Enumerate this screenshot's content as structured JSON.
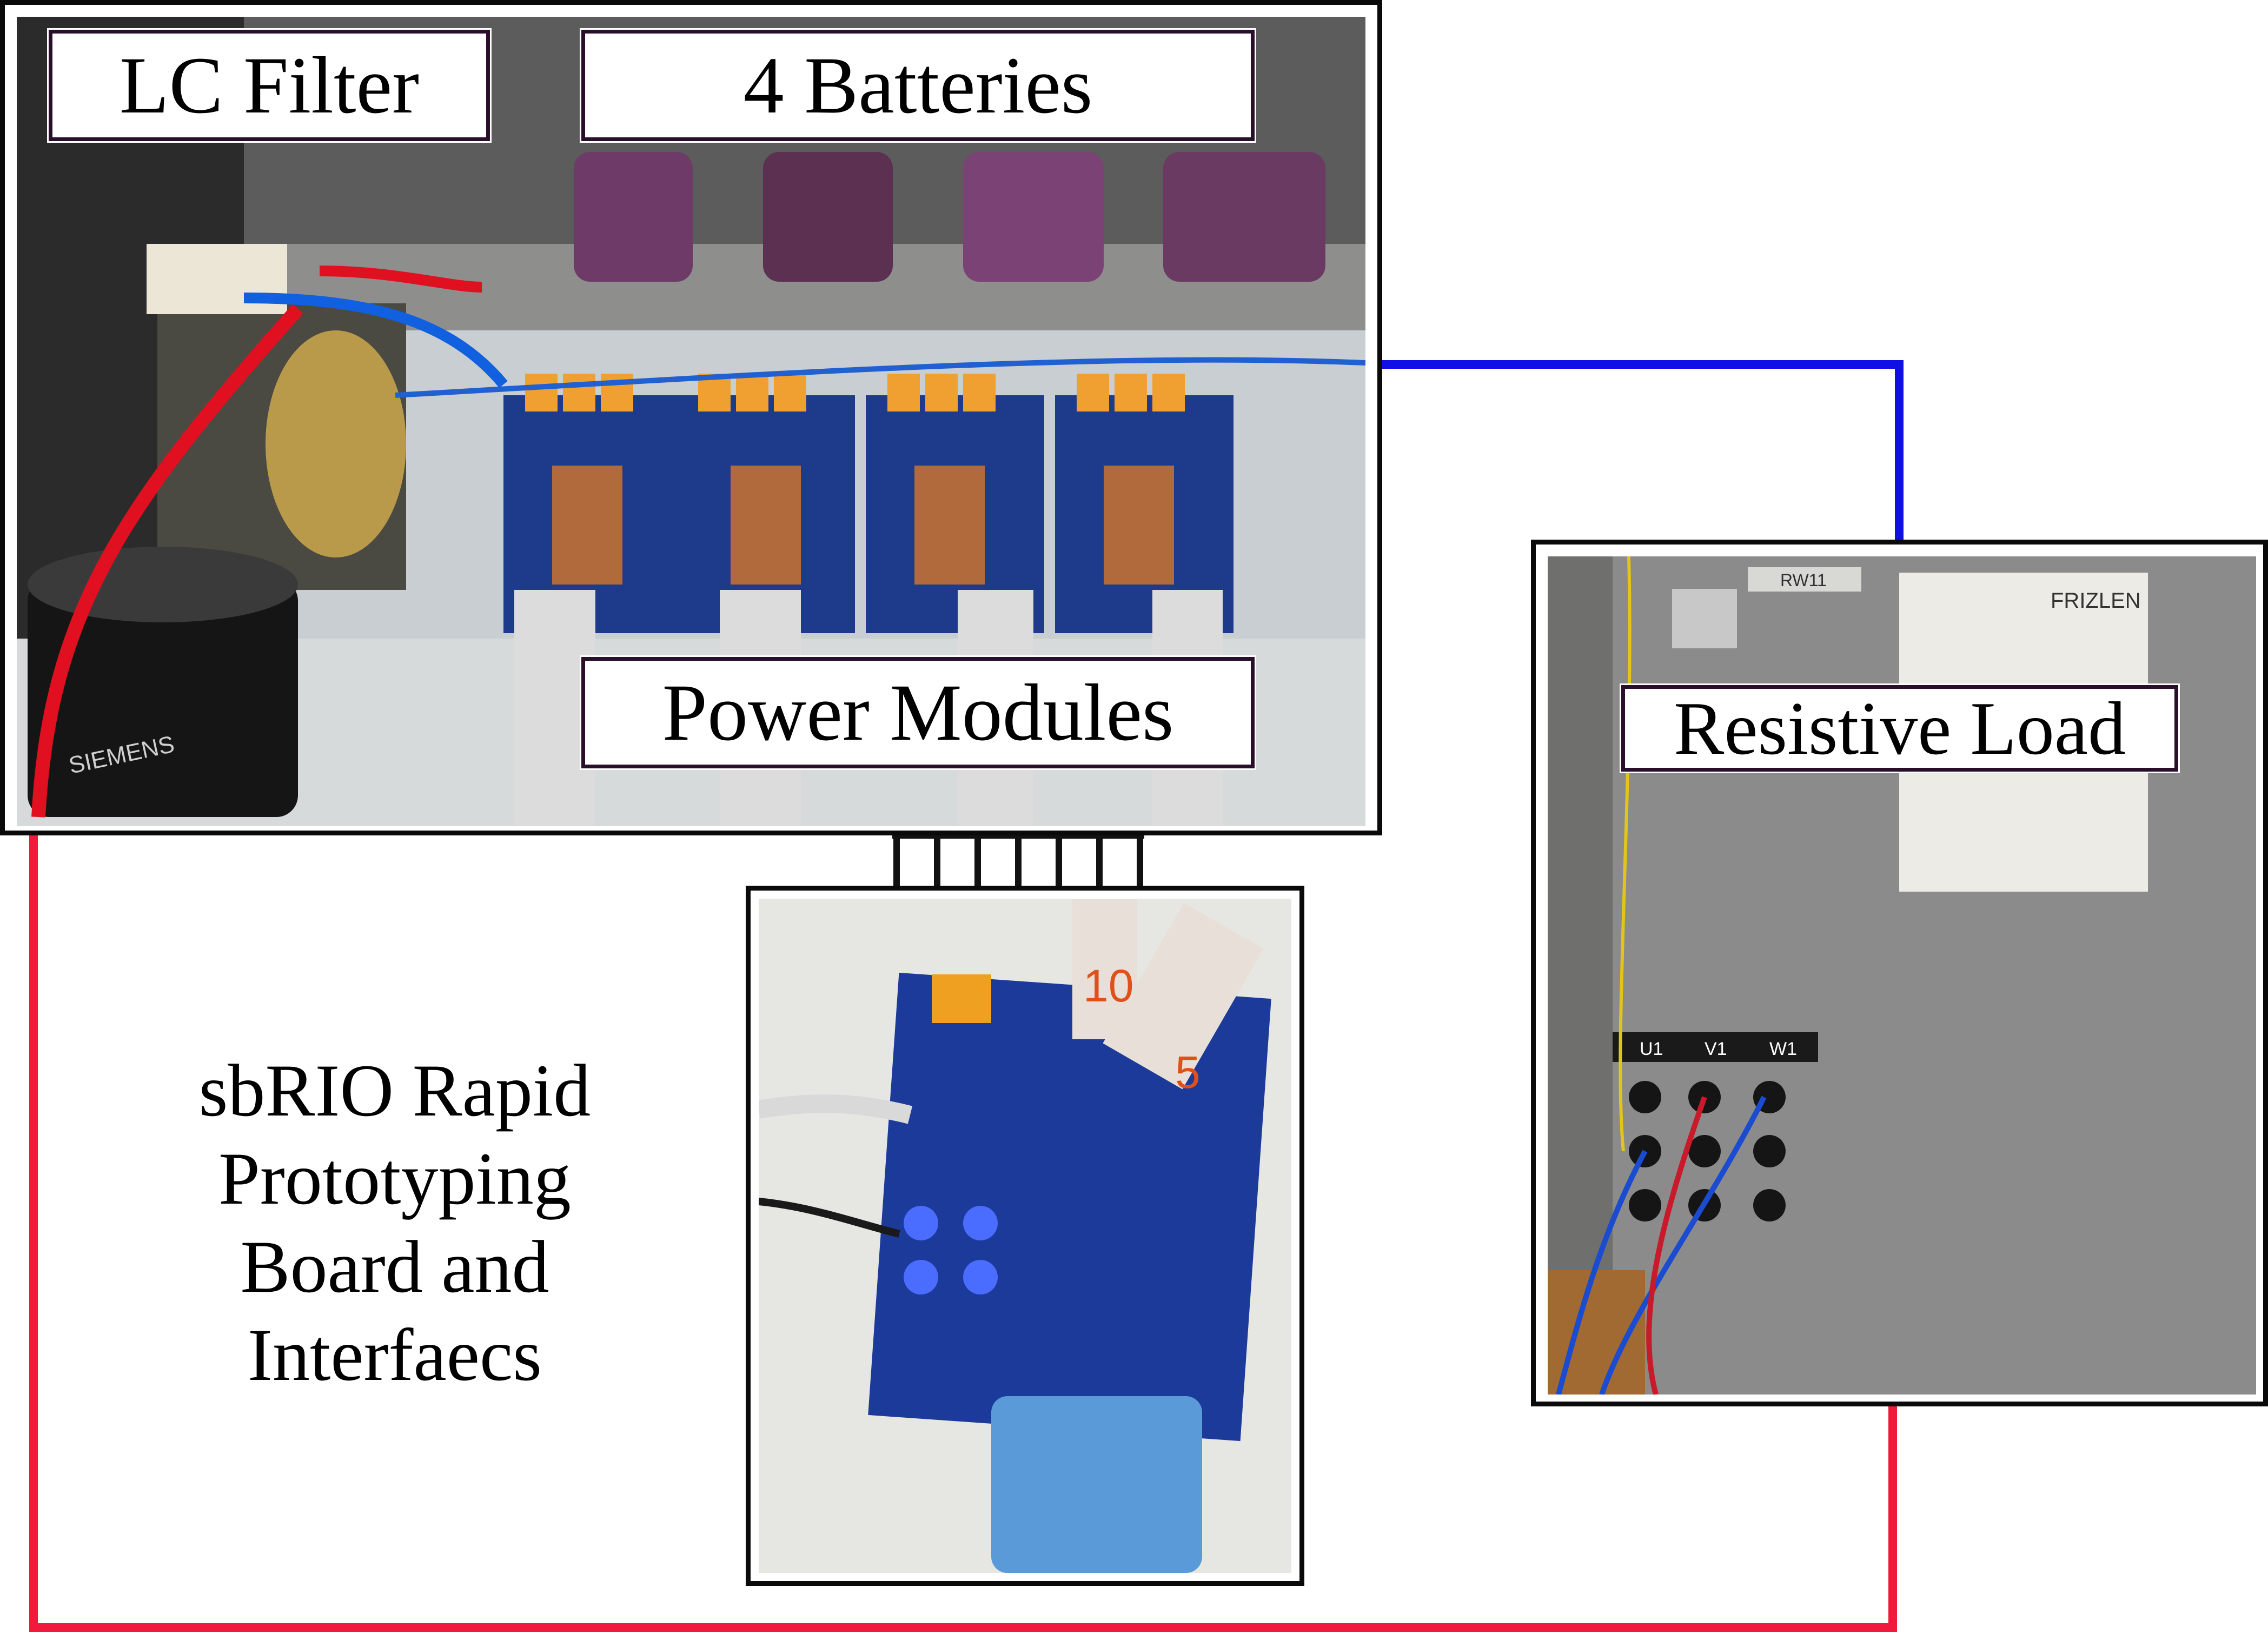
{
  "labels": {
    "lc_filter": "LC Filter",
    "batteries": "4 Batteries",
    "power_modules": "Power Modules",
    "resistive_load": "Resistive Load",
    "sbrio": [
      "sbRIO Rapid",
      "Prototyping",
      "Board and",
      "Interfaecs"
    ]
  },
  "wire_colors": {
    "blue": "#1010e6",
    "red": "#f01a3c",
    "connector": "#111111"
  },
  "photo_texts": {
    "cable_marker_10": "10",
    "cable_marker_5": "5",
    "load_terminals": [
      "U1",
      "V1",
      "W1"
    ],
    "load_brand": "FRIZLEN",
    "load_tag": "RW11",
    "capacitor_brand": "SIEMENS"
  }
}
